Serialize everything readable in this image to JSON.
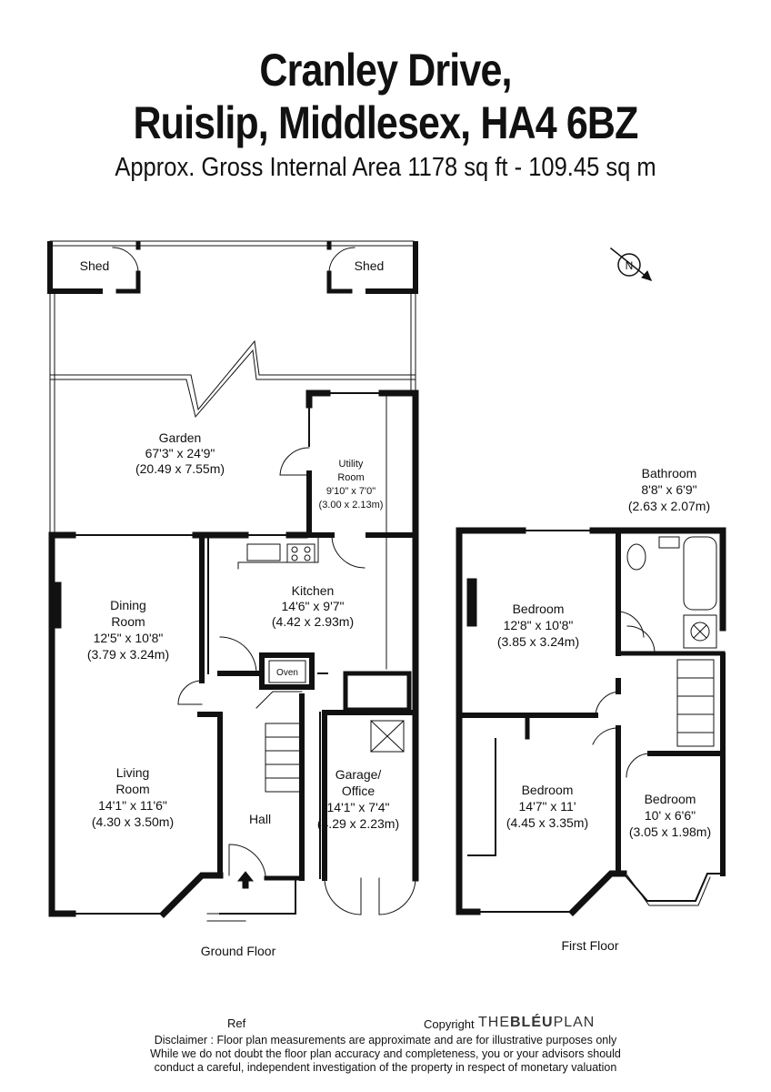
{
  "header": {
    "title_line1": "Cranley Drive,",
    "title_line2": "Ruislip, Middlesex, HA4 6BZ",
    "area": "Approx. Gross Internal Area 1178 sq ft - 109.45 sq m"
  },
  "compass": {
    "letter": "N"
  },
  "ground_floor": {
    "label": "Ground Floor",
    "shed_left": "Shed",
    "shed_right": "Shed",
    "garden": {
      "name": "Garden",
      "dim_imperial": "67'3\" x 24'9\"",
      "dim_metric": "(20.49 x 7.55m)"
    },
    "utility": {
      "name1": "Utility",
      "name2": "Room",
      "dim_imperial": "9'10\" x 7'0\"",
      "dim_metric": "(3.00 x 2.13m)"
    },
    "kitchen": {
      "name": "Kitchen",
      "dim_imperial": "14'6\" x 9'7\"",
      "dim_metric": "(4.42 x 2.93m)"
    },
    "dining": {
      "name1": "Dining",
      "name2": "Room",
      "dim_imperial": "12'5\" x 10'8\"",
      "dim_metric": "(3.79 x 3.24m)"
    },
    "living": {
      "name1": "Living",
      "name2": "Room",
      "dim_imperial": "14'1\" x 11'6\"",
      "dim_metric": "(4.30 x 3.50m)"
    },
    "garage": {
      "name1": "Garage/",
      "name2": "Office",
      "dim_imperial": "14'1\" x 7'4\"",
      "dim_metric": "(4.29 x 2.23m)"
    },
    "hall": "Hall",
    "oven": "Oven"
  },
  "first_floor": {
    "label": "First Floor",
    "bathroom": {
      "name": "Bathroom",
      "dim_imperial": "8'8\" x 6'9\"",
      "dim_metric": "(2.63 x 2.07m)"
    },
    "bedroom1": {
      "name": "Bedroom",
      "dim_imperial": "12'8\" x 10'8\"",
      "dim_metric": "(3.85 x 3.24m)"
    },
    "bedroom2": {
      "name": "Bedroom",
      "dim_imperial": "14'7\" x 11'",
      "dim_metric": "(4.45 x 3.35m)"
    },
    "bedroom3": {
      "name": "Bedroom",
      "dim_imperial": "10' x 6'6\"",
      "dim_metric": "(3.05 x 1.98m)"
    }
  },
  "footer": {
    "ref": "Ref",
    "copyright": "Copyright",
    "brand_prefix": "THE",
    "brand_mid": "BLÉU",
    "brand_suffix": "PLAN",
    "disclaimer1": "Disclaimer : Floor plan measurements are approximate and are for illustrative purposes only",
    "disclaimer2": "While we do not doubt the floor plan accuracy and completeness, you or your advisors should",
    "disclaimer3": "conduct a careful, independent investigation of the property in respect of monetary valuation"
  }
}
